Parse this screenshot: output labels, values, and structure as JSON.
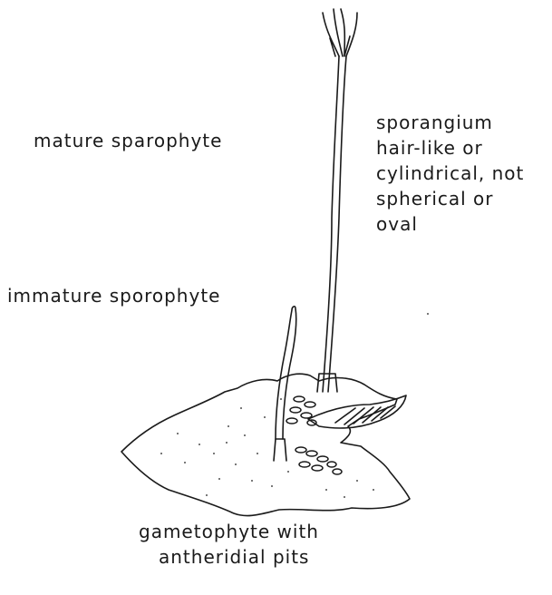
{
  "labels": {
    "mature_sporophyte": "mature sparophyte",
    "sporangium": [
      "sporangium",
      "hair-like or",
      "cylindrical, not",
      "spherical or",
      "oval"
    ],
    "immature_sporophyte": "immature sporophyte",
    "gametophyte": [
      "gametophyte with",
      "antheridial pits"
    ]
  }
}
